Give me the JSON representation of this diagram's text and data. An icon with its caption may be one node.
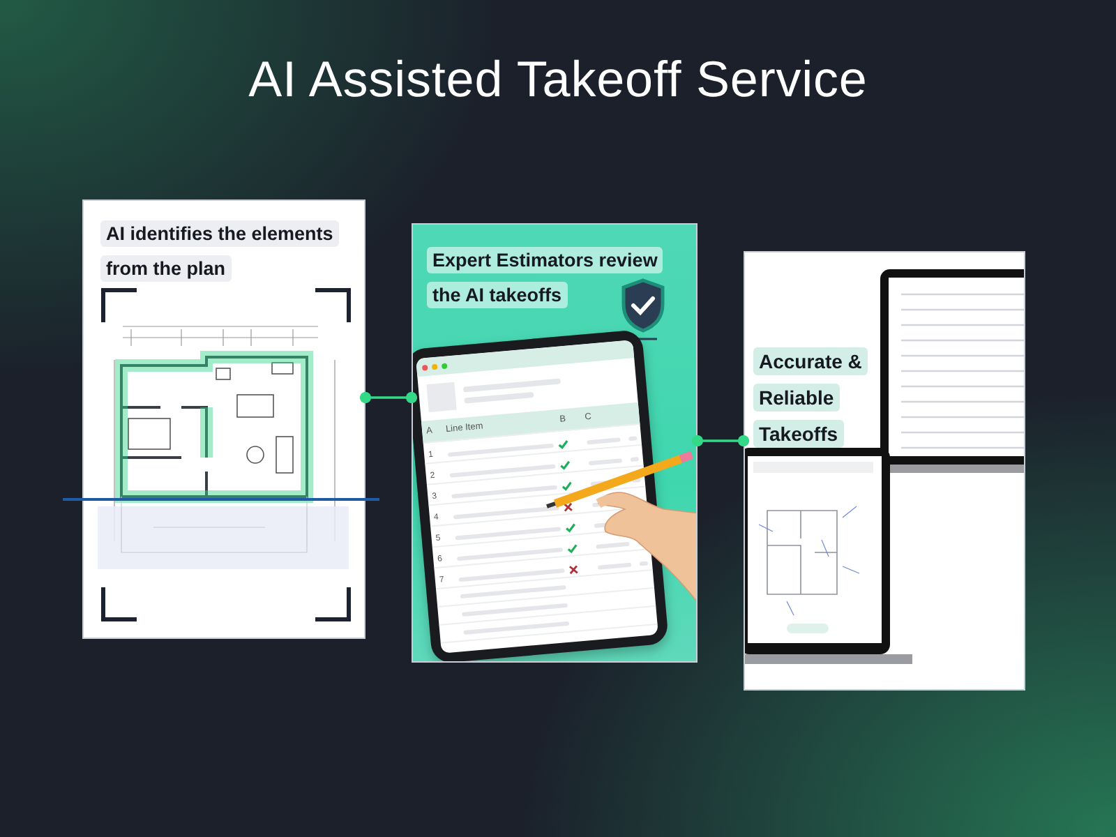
{
  "diagram": {
    "title": "AI Assisted Takeoff Service",
    "nodes": [
      {
        "text": [
          "AI identifies the elements from the plan"
        ]
      },
      {
        "text": [
          "Expert Estimators review the AI takeoffs"
        ]
      },
      {
        "text": [
          "Accurate & Reliable Takeoffs"
        ]
      }
    ],
    "edges": [
      {
        "from": 0,
        "to": 1,
        "arrow": "other"
      },
      {
        "from": 1,
        "to": 2,
        "arrow": "other"
      }
    ],
    "labels": [
      "A",
      "Line Item",
      "B",
      "C",
      "1",
      "2",
      "3",
      "4",
      "5",
      "6",
      "7"
    ]
  }
}
